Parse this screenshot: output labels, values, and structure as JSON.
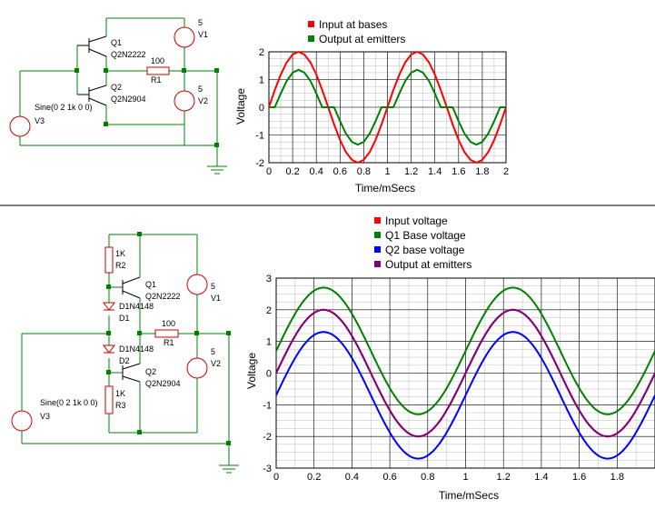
{
  "top": {
    "schematic": {
      "q1_name": "Q1",
      "q1_part": "Q2N2222",
      "q2_name": "Q2",
      "q2_part": "Q2N2904",
      "r1_value": "100",
      "r1_name": "R1",
      "v1_value": "5",
      "v1_name": "V1",
      "v2_value": "5",
      "v2_name": "V2",
      "v3_spec": "Sine(0 2 1k 0 0)",
      "v3_name": "V3"
    },
    "chart_data": {
      "type": "line",
      "xlabel": "Time/mSecs",
      "ylabel": "Voltage",
      "xlim": [
        0,
        2
      ],
      "ylim": [
        -2,
        2
      ],
      "xticks": [
        "0",
        "0.2",
        "0.4",
        "0.6",
        "0.8",
        "1",
        "1.2",
        "1.4",
        "1.6",
        "1.8",
        "2"
      ],
      "yticks": [
        "-2",
        "-1",
        "0",
        "1",
        "2"
      ],
      "grid": true,
      "legend_position": "top",
      "series": [
        {
          "name": "Input at bases",
          "color": "#ff0000",
          "x": [
            0,
            0.05,
            0.1,
            0.15,
            0.2,
            0.25,
            0.3,
            0.35,
            0.4,
            0.45,
            0.5,
            0.55,
            0.6,
            0.65,
            0.7,
            0.75,
            0.8,
            0.85,
            0.9,
            0.95,
            1,
            1.05,
            1.1,
            1.15,
            1.2,
            1.25,
            1.3,
            1.35,
            1.4,
            1.45,
            1.5,
            1.55,
            1.6,
            1.65,
            1.7,
            1.75,
            1.8,
            1.85,
            1.9,
            1.95,
            2
          ],
          "y": [
            0,
            0.62,
            1.18,
            1.62,
            1.9,
            2,
            1.9,
            1.62,
            1.18,
            0.62,
            0,
            -0.62,
            -1.18,
            -1.62,
            -1.9,
            -2,
            -1.9,
            -1.62,
            -1.18,
            -0.62,
            0,
            0.62,
            1.18,
            1.62,
            1.9,
            2,
            1.9,
            1.62,
            1.18,
            0.62,
            0,
            -0.62,
            -1.18,
            -1.62,
            -1.9,
            -2,
            -1.9,
            -1.62,
            -1.18,
            -0.62,
            0
          ]
        },
        {
          "name": "Output at emitters",
          "color": "#008000",
          "x": [
            0,
            0.05,
            0.1,
            0.15,
            0.2,
            0.25,
            0.3,
            0.35,
            0.4,
            0.45,
            0.5,
            0.55,
            0.6,
            0.65,
            0.7,
            0.75,
            0.8,
            0.85,
            0.9,
            0.95,
            1,
            1.05,
            1.1,
            1.15,
            1.2,
            1.25,
            1.3,
            1.35,
            1.4,
            1.45,
            1.5,
            1.55,
            1.6,
            1.65,
            1.7,
            1.75,
            1.8,
            1.85,
            1.9,
            1.95,
            2
          ],
          "y": [
            0,
            0,
            0.5,
            0.95,
            1.25,
            1.35,
            1.25,
            0.95,
            0.5,
            0,
            0,
            0,
            -0.5,
            -0.95,
            -1.25,
            -1.35,
            -1.25,
            -0.95,
            -0.5,
            0,
            0,
            0,
            0.5,
            0.95,
            1.25,
            1.35,
            1.25,
            0.95,
            0.5,
            0,
            0,
            0,
            -0.5,
            -0.95,
            -1.25,
            -1.35,
            -1.25,
            -0.95,
            -0.5,
            0,
            0
          ]
        }
      ]
    }
  },
  "bottom": {
    "schematic": {
      "r2_value": "1K",
      "r2_name": "R2",
      "d1_part": "D1N4148",
      "d1_name": "D1",
      "d2_part": "D1N4148",
      "d2_name": "D2",
      "r3_value": "1K",
      "r3_name": "R3",
      "q1_name": "Q1",
      "q1_part": "Q2N2222",
      "q2_name": "Q2",
      "q2_part": "Q2N2904",
      "r1_value": "100",
      "r1_name": "R1",
      "v1_value": "5",
      "v1_name": "V1",
      "v2_value": "5",
      "v2_name": "V2",
      "v3_spec": "Sine(0 2 1k 0 0)",
      "v3_name": "V3"
    },
    "chart_data": {
      "type": "line",
      "xlabel": "Time/mSecs",
      "ylabel": "Voltage",
      "xlim": [
        0,
        2
      ],
      "ylim": [
        -3,
        3
      ],
      "xticks": [
        "0",
        "0.2",
        "0.4",
        "0.6",
        "0.8",
        "1",
        "1.2",
        "1.4",
        "1.6",
        "1.8"
      ],
      "yticks": [
        "-3",
        "-2",
        "-1",
        "0",
        "1",
        "2",
        "3"
      ],
      "grid": true,
      "legend_position": "top",
      "series": [
        {
          "name": "Input voltage",
          "color": "#ff0000",
          "amplitude": 2,
          "offset": 0
        },
        {
          "name": "Q1 Base voltage",
          "color": "#008000",
          "amplitude": 2,
          "offset": 0.7
        },
        {
          "name": "Q2 base voltage",
          "color": "#0000ff",
          "amplitude": 2,
          "offset": -0.7
        },
        {
          "name": "Output at emitters",
          "color": "#800080",
          "amplitude": 2,
          "offset": 0
        }
      ],
      "frequency_khz": 1
    }
  }
}
